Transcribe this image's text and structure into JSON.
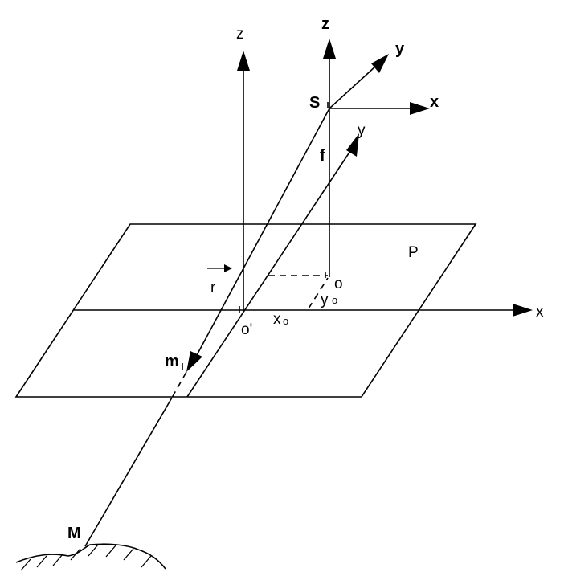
{
  "labels": {
    "z_left": "z",
    "z_right": "z",
    "y_upper": "y",
    "x_upper": "x",
    "s": "S",
    "y_mid": "y",
    "f": "f",
    "p": "P",
    "r": "r",
    "o": "o",
    "y0_letter": "y",
    "y0_sub": "o",
    "x_ground": "x",
    "o_prime": "o'",
    "x0_letter": "x",
    "x0_sub": "o",
    "m": "m",
    "big_m": "M"
  }
}
